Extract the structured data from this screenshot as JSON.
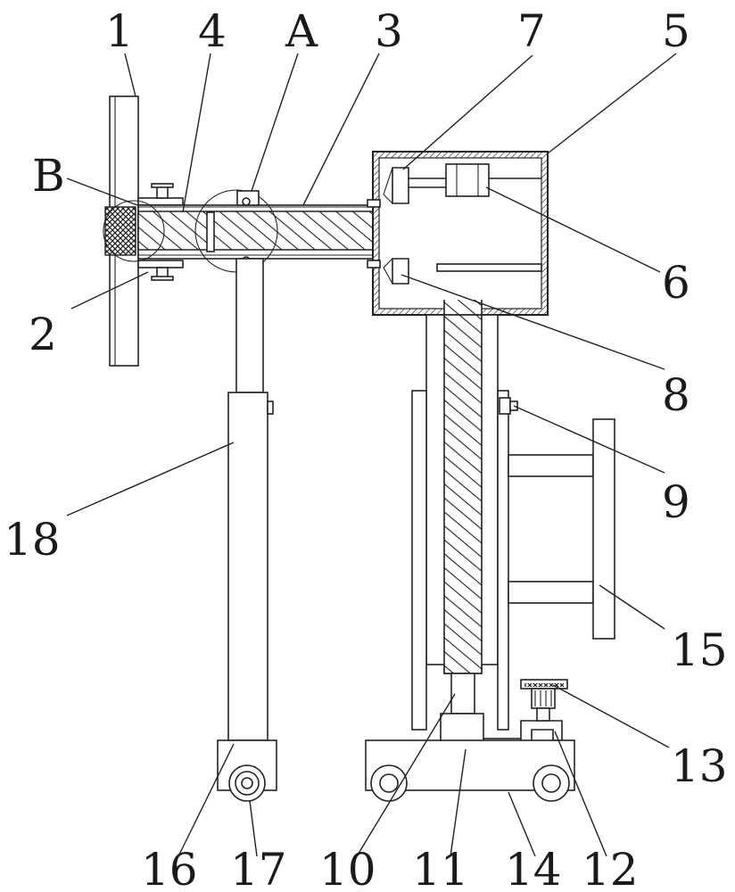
{
  "labels": {
    "l1": "1",
    "l4": "4",
    "lA": "A",
    "l3": "3",
    "l7": "7",
    "l5": "5",
    "lB": "B",
    "l2": "2",
    "l6": "6",
    "l8": "8",
    "l9": "9",
    "l18": "18",
    "l15": "15",
    "l13": "13",
    "l16": "16",
    "l17": "17",
    "l10": "10",
    "l11": "11",
    "l14": "14",
    "l12": "12"
  }
}
